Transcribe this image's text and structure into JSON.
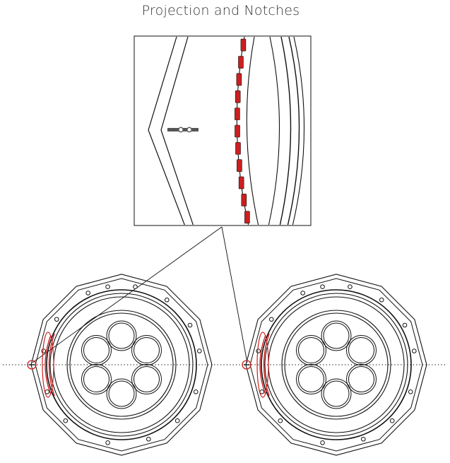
{
  "title": "Projection and Notches",
  "colors": {
    "line": "#111111",
    "highlight": "#cc1f1f",
    "pin": "#555555",
    "centerline": "#222222"
  },
  "detail_view": {
    "notch_count": 11,
    "has_projection_pin": true
  },
  "fixtures": [
    {
      "lenses": 6,
      "highlighted_edge": "left"
    },
    {
      "lenses": 6,
      "highlighted_edge": "left"
    }
  ]
}
